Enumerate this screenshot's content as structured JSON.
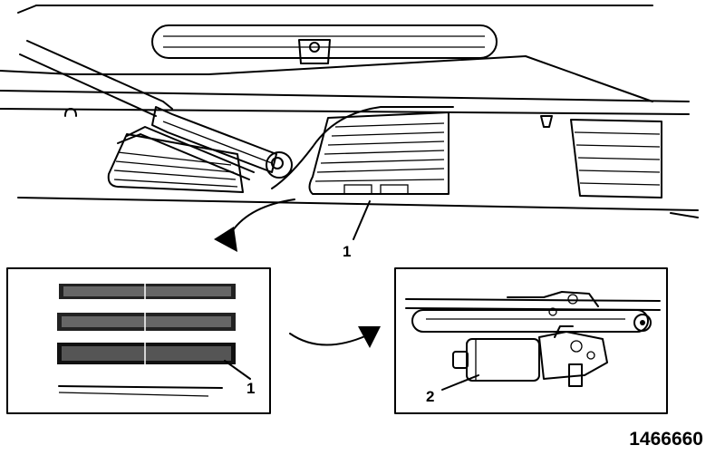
{
  "callouts": {
    "main_grille": "1",
    "inset_grille": "1",
    "wiper_motor": "2"
  },
  "figure_number": "1466660"
}
